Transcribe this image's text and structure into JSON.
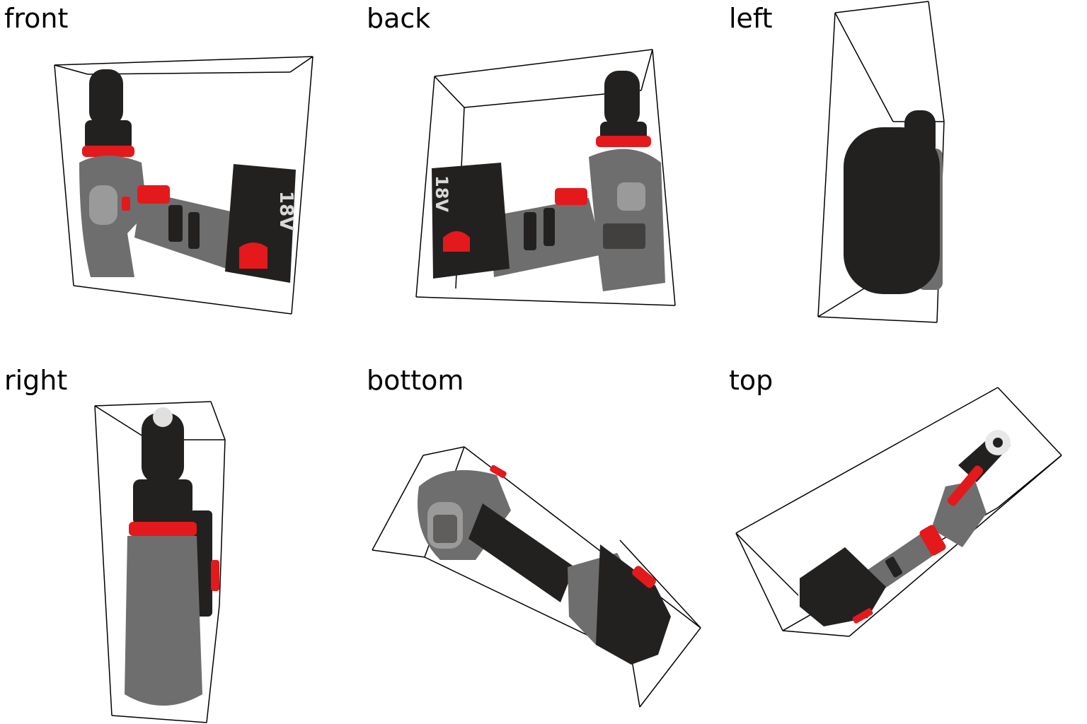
{
  "views": [
    {
      "key": "front",
      "label": "front",
      "battery_text": "18V"
    },
    {
      "key": "back",
      "label": "back",
      "battery_text": "18V"
    },
    {
      "key": "left",
      "label": "left"
    },
    {
      "key": "right",
      "label": "right"
    },
    {
      "key": "bottom",
      "label": "bottom"
    },
    {
      "key": "top",
      "label": "top"
    }
  ],
  "colors": {
    "background": "#ffffff",
    "bounding_box": "#000000",
    "drill_body": "#6e6e6e",
    "drill_dark": "#232120",
    "drill_accent": "#e3191c"
  }
}
